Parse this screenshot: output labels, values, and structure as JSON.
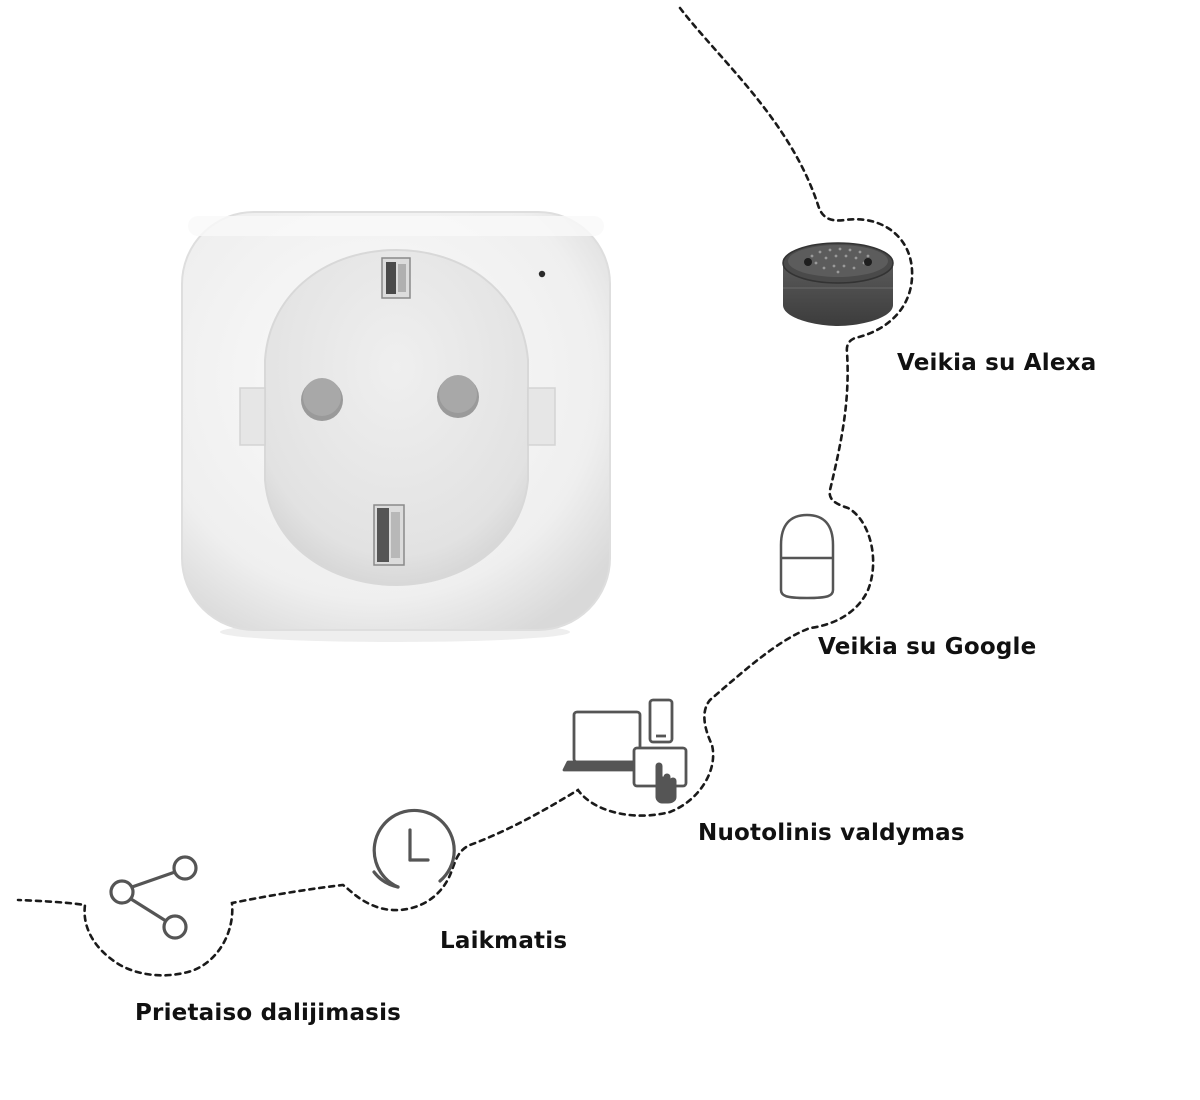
{
  "features": {
    "alexa": {
      "label": "Veikia su Alexa",
      "icon": "smart-speaker-icon"
    },
    "google": {
      "label": "Veikia su Google",
      "icon": "google-home-speaker-icon"
    },
    "remote": {
      "label": "Nuotolinis valdymas",
      "icon": "multi-device-icon"
    },
    "timer": {
      "label": "Laikmatis",
      "icon": "clock-icon"
    },
    "share": {
      "label": "Prietaiso dalijimasis",
      "icon": "share-icon"
    }
  },
  "colors": {
    "background": "#ffffff",
    "path": "#1a1a1a",
    "icon_stroke": "#555555",
    "text": "#111111"
  }
}
